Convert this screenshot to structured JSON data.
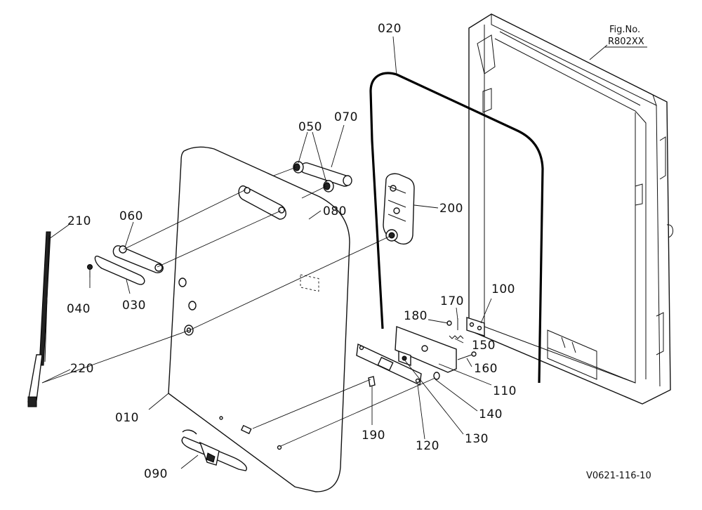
{
  "figure": {
    "fig_no_label": "Fig.No.",
    "fig_no_value": "R802XX",
    "drawing_code": "V0621-116-10"
  },
  "parts": [
    {
      "id": "p010",
      "label": "010"
    },
    {
      "id": "p020",
      "label": "020"
    },
    {
      "id": "p030",
      "label": "030"
    },
    {
      "id": "p040",
      "label": "040"
    },
    {
      "id": "p050",
      "label": "050"
    },
    {
      "id": "p060",
      "label": "060"
    },
    {
      "id": "p070",
      "label": "070"
    },
    {
      "id": "p080",
      "label": "080"
    },
    {
      "id": "p090",
      "label": "090"
    },
    {
      "id": "p100",
      "label": "100"
    },
    {
      "id": "p110",
      "label": "110"
    },
    {
      "id": "p120",
      "label": "120"
    },
    {
      "id": "p130",
      "label": "130"
    },
    {
      "id": "p140",
      "label": "140"
    },
    {
      "id": "p150",
      "label": "150"
    },
    {
      "id": "p160",
      "label": "160"
    },
    {
      "id": "p170",
      "label": "170"
    },
    {
      "id": "p180",
      "label": "180"
    },
    {
      "id": "p190",
      "label": "190"
    },
    {
      "id": "p200",
      "label": "200"
    },
    {
      "id": "p210",
      "label": "210"
    },
    {
      "id": "p220",
      "label": "220"
    }
  ]
}
